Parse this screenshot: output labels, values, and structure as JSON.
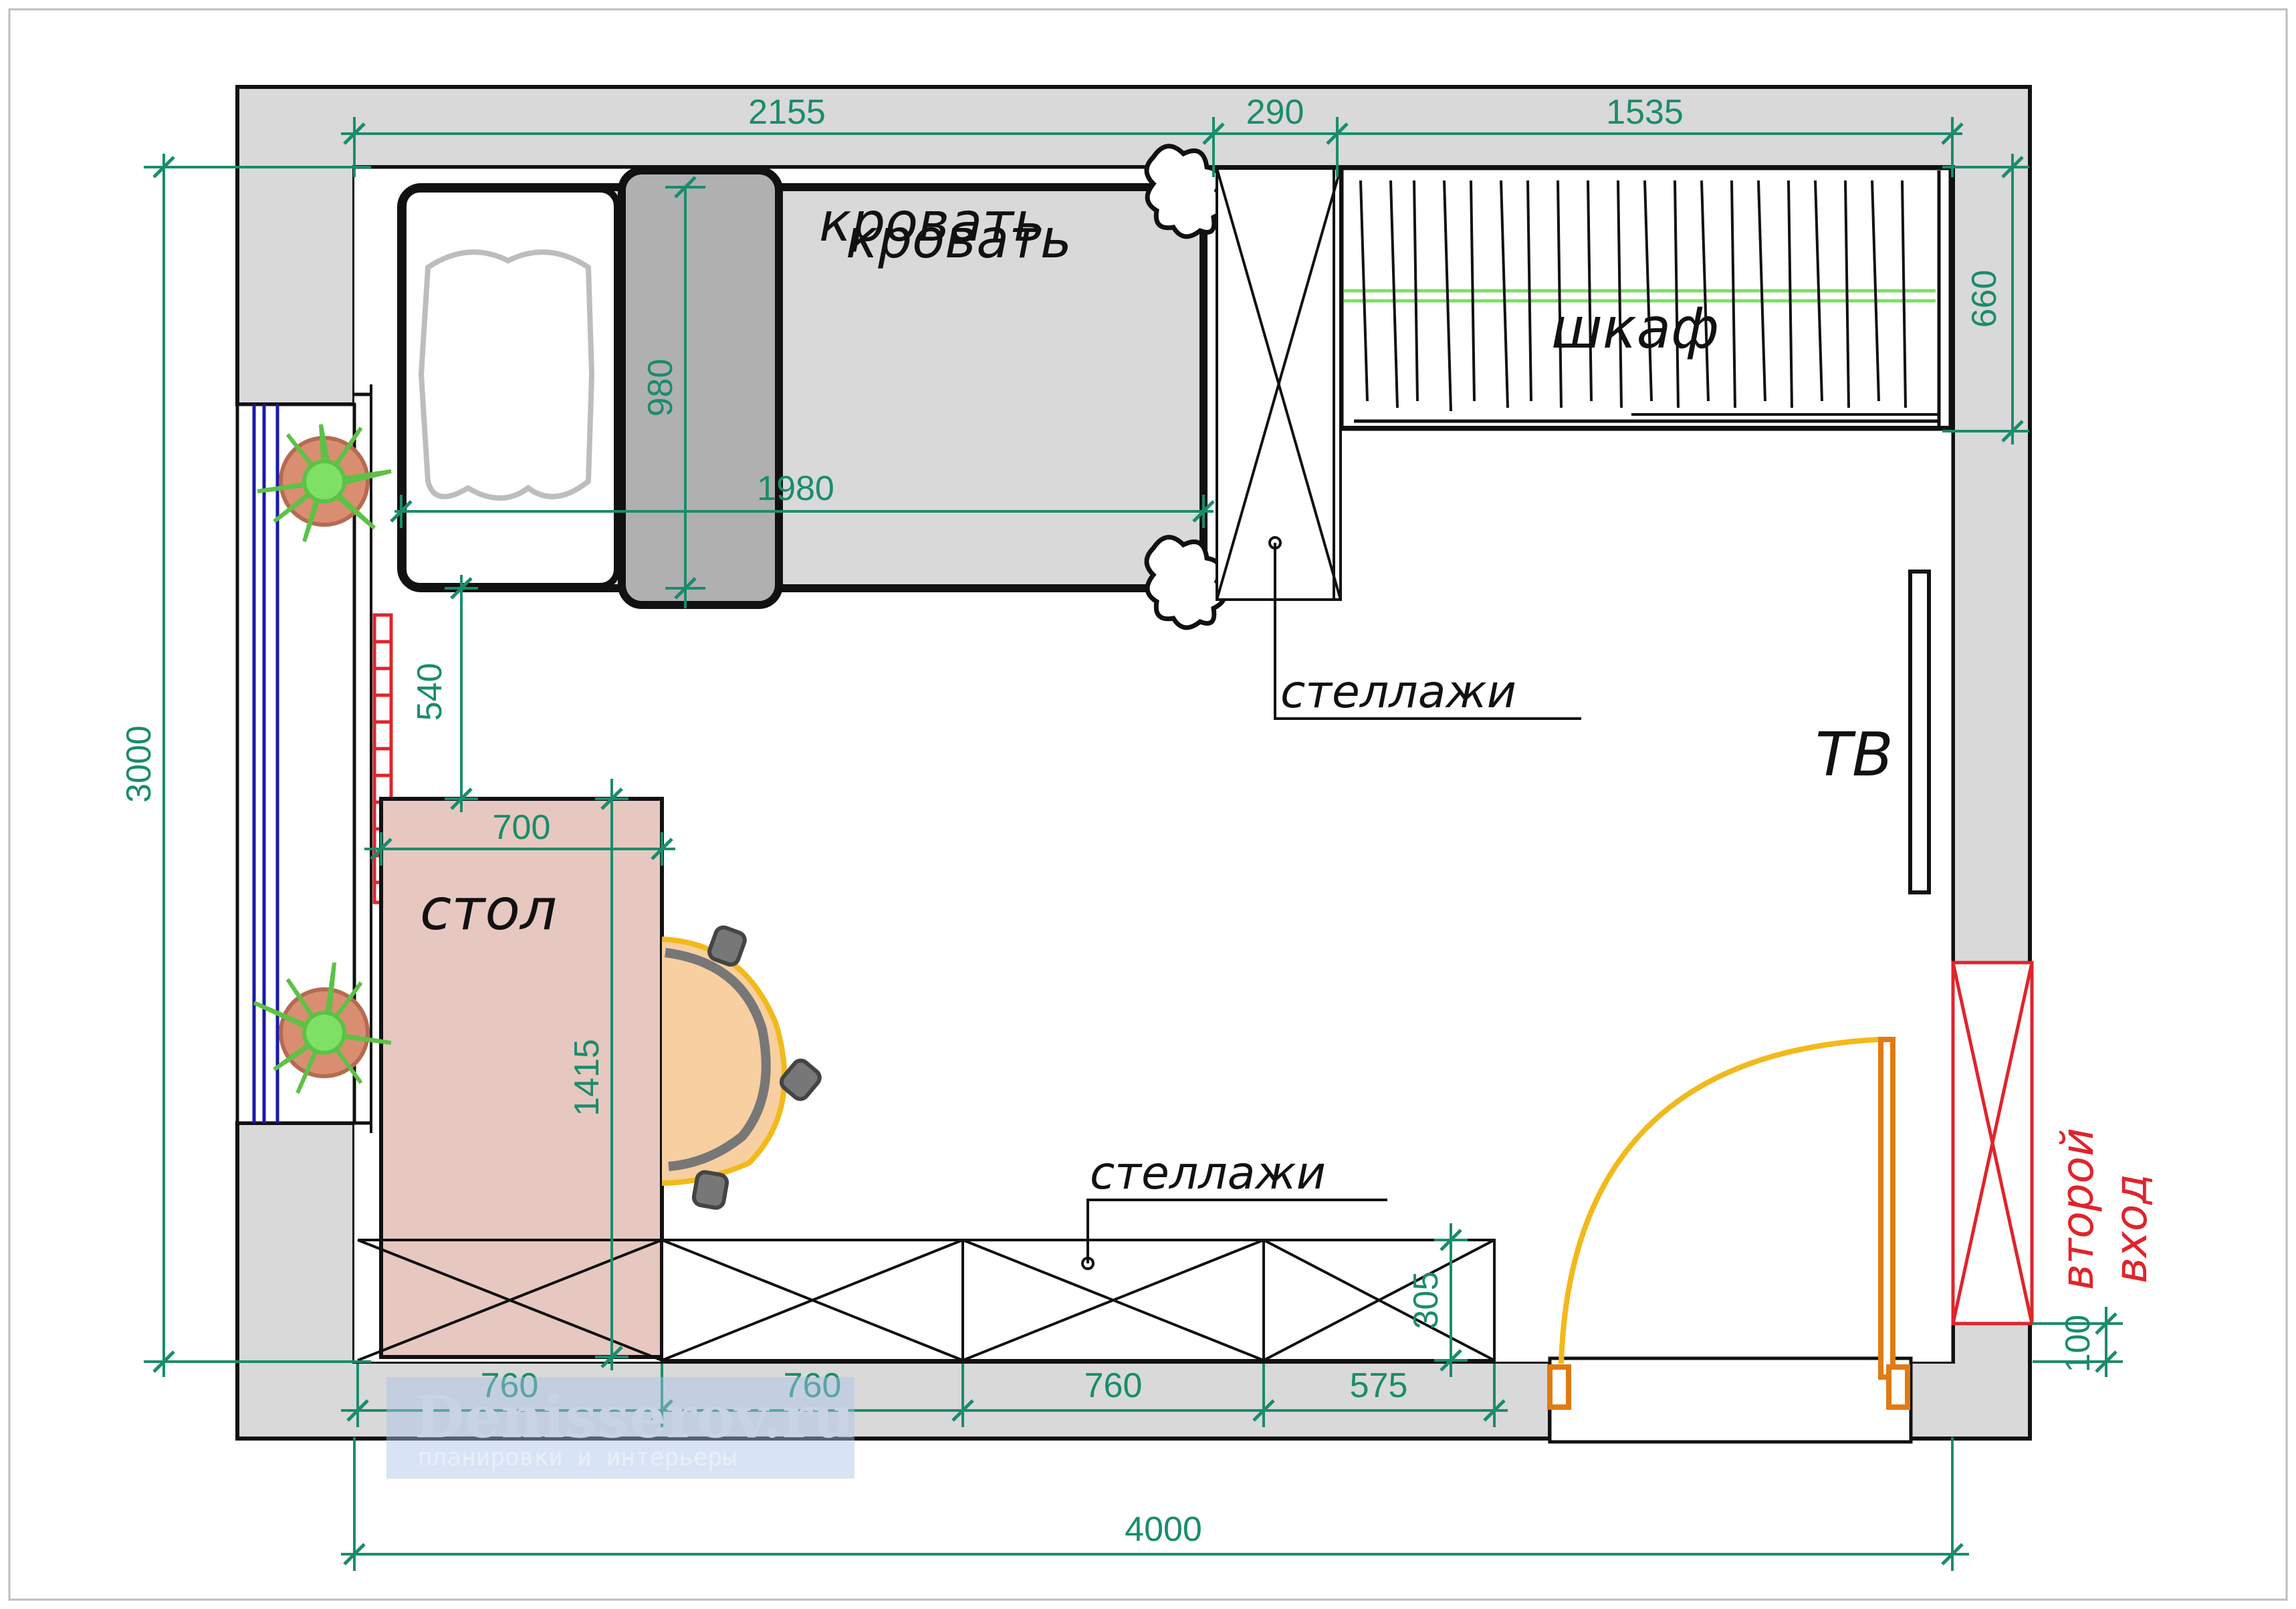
{
  "labels": {
    "bed": "кровать",
    "bed_overlap": "кровать",
    "wardrobe": "шкаф",
    "shelves_top": "стеллажи",
    "shelves_bottom": "стеллажи",
    "tv": "ТВ",
    "desk": "стол",
    "second_entrance_1": "второй",
    "second_entrance_2": "вход"
  },
  "dimensions": {
    "bed_length_top": "2155",
    "gap_top": "290",
    "wardrobe_length": "1535",
    "wardrobe_depth": "660",
    "bed_width": "980",
    "bed_length": "1980",
    "bed_to_desk": "540",
    "desk_depth": "700",
    "desk_length": "1415",
    "room_depth": "3000",
    "shelf_depth": "305",
    "shelf_1": "760",
    "shelf_2": "760",
    "shelf_3": "760",
    "shelf_4": "575",
    "door_offset": "100",
    "room_width": "4000"
  },
  "watermark": {
    "site": "Denisserov.ru",
    "tagline": "планировки и интерьеры"
  },
  "colors": {
    "dimension": "#1a8c6b",
    "wall": "#d9d9d9",
    "desk": "#e6c8c0",
    "bed": "#d9d9d9",
    "headboard": "#b0b0b0",
    "door_arc": "#f2b91a",
    "door_leaf": "#e07b12",
    "second_entrance": "#e0242a",
    "window": "#1a1aa8",
    "plant_leaf": "#7ee065",
    "plant_pot": "#d98e72",
    "chair": "#f7cfa0"
  }
}
